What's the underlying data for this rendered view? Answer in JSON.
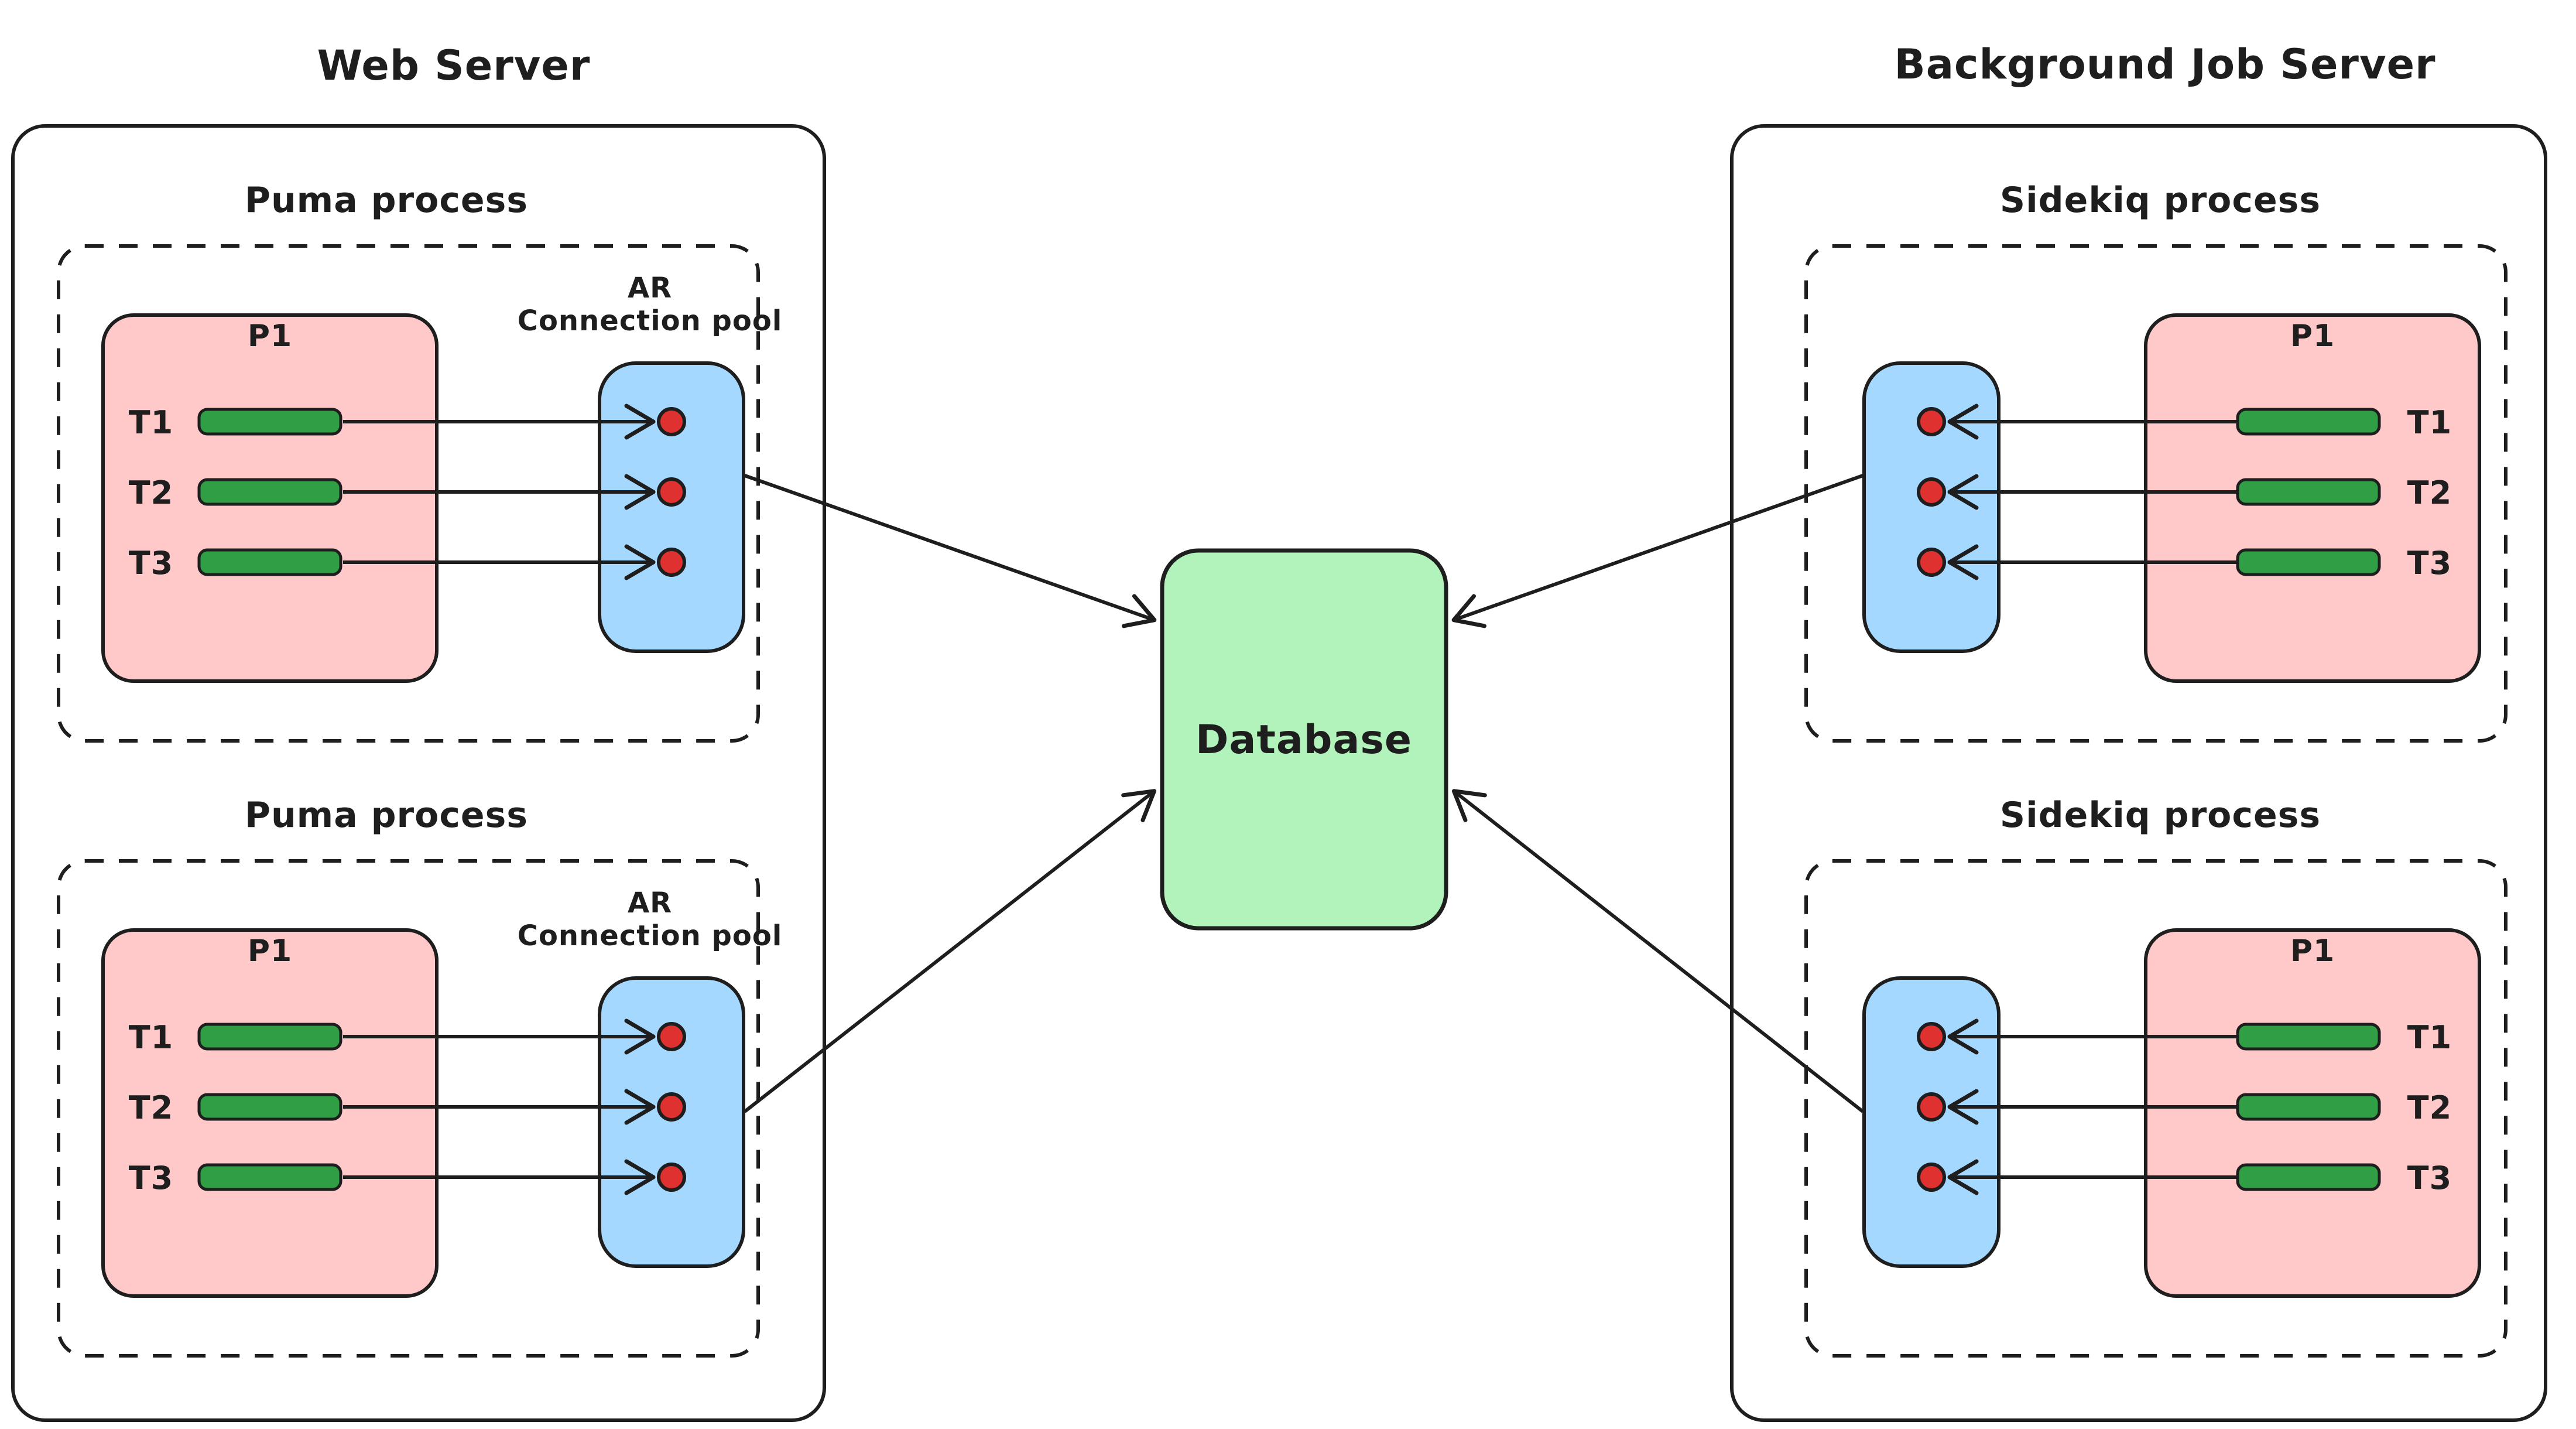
{
  "diagram": {
    "left_server": {
      "title": "Web Server"
    },
    "right_server": {
      "title": "Background Job Server"
    },
    "database": {
      "label": "Database"
    },
    "pool_label": {
      "line1": "AR",
      "line2": "Connection pool"
    },
    "puma": {
      "heading": "Puma process",
      "process_label": "P1",
      "threads": [
        "T1",
        "T2",
        "T3"
      ]
    },
    "sidekiq": {
      "heading": "Sidekiq process",
      "process_label": "P1",
      "threads": [
        "T1",
        "T2",
        "T3"
      ]
    },
    "colors": {
      "stroke": "#1e1e1e",
      "process_fill": "#ffc9c9",
      "pool_fill": "#a5d8ff",
      "database_fill": "#b2f2bb",
      "thread_bar_fill": "#2f9e44",
      "connection_dot_fill": "#e03131",
      "background": "#ffffff"
    }
  }
}
